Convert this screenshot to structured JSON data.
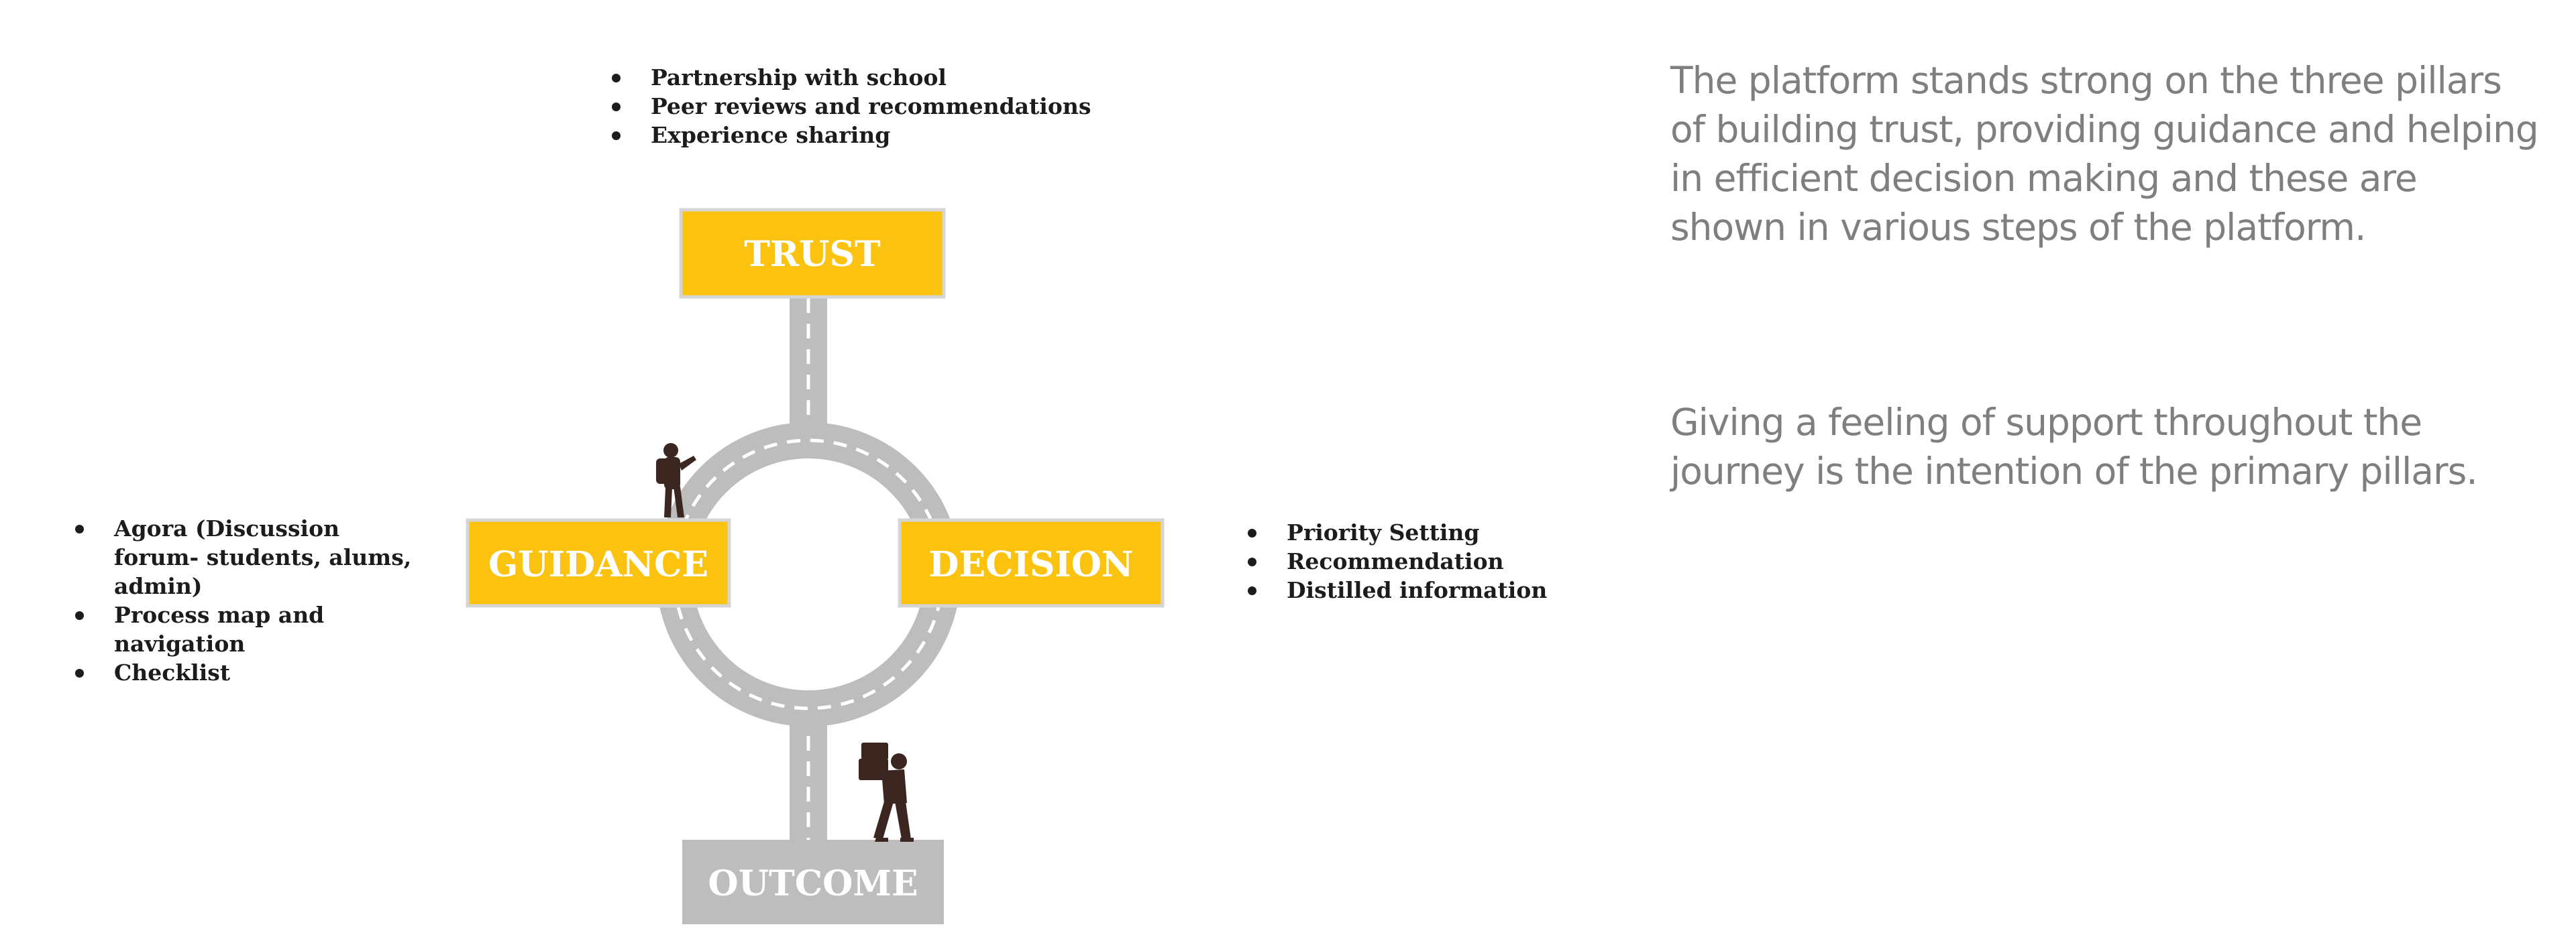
{
  "pillars": {
    "trust": "TRUST",
    "guidance": "GUIDANCE",
    "decision": "DECISION",
    "outcome": "OUTCOME"
  },
  "trust_points": [
    "Partnership with school",
    "Peer reviews and recommendations",
    "Experience sharing"
  ],
  "guidance_points": [
    "Agora (Discussion forum- students, alums, admin)",
    "Process map and navigation",
    "Checklist"
  ],
  "decision_points": [
    "Priority Setting",
    "Recommendation",
    "Distilled information"
  ],
  "description": {
    "intro": "The platform stands strong on the three pillars of building trust, providing guidance and helping in efficient decision making and these are shown in various steps of the platform.",
    "support": "Giving a feeling of support throughout the journey is the intention of the primary pillars."
  },
  "colors": {
    "pillar": "#fbc20f",
    "outcome": "#bdbdbd",
    "road": "#bdbdbd",
    "road_marking": "#ffffff",
    "silhouette": "#3b2620",
    "text": "#7f7f7f"
  },
  "icons": [
    "traveller-with-backpack-icon",
    "person-carrying-boxes-icon"
  ]
}
